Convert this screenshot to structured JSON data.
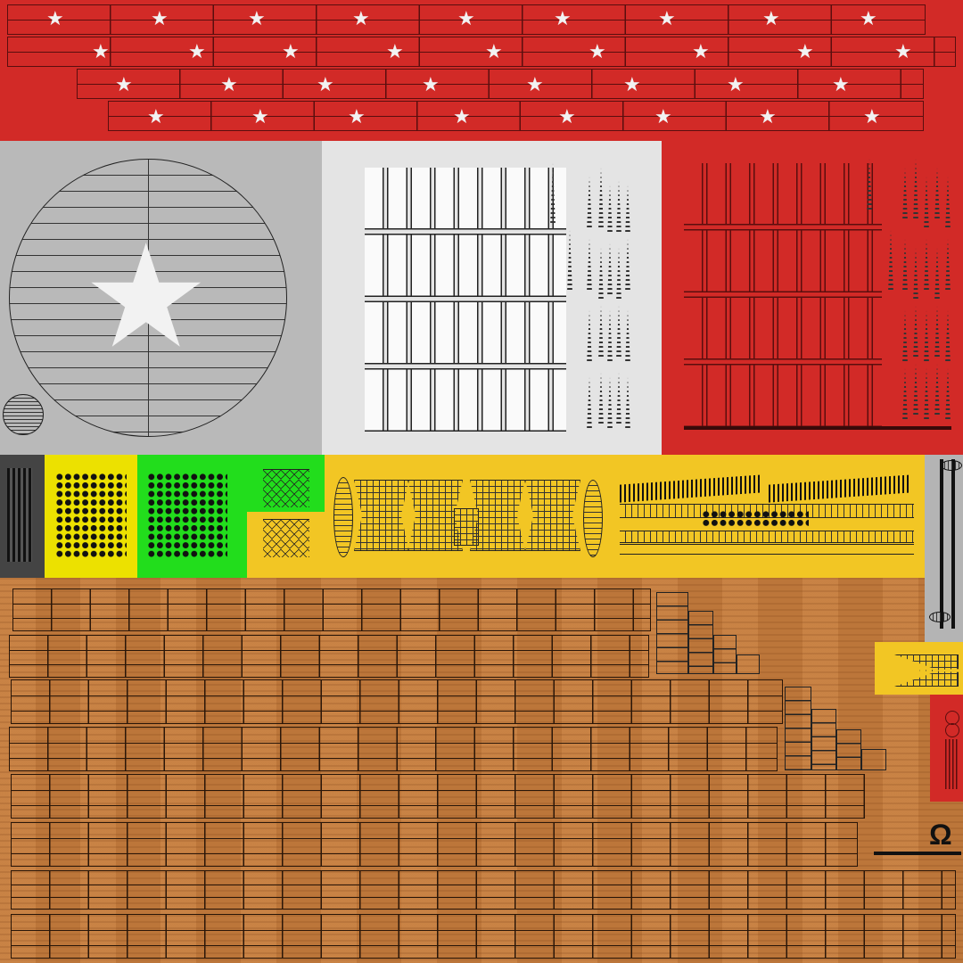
{
  "texture": {
    "type": "UV texture atlas with wireframe overlay",
    "size": "1080x1080",
    "regions": [
      {
        "name": "flag-star-strips",
        "color": "#d22a27",
        "rows": 4,
        "stars_per_row": [
          9,
          9,
          8,
          8
        ]
      },
      {
        "name": "large-star-emblem",
        "background": "#b9b9b9",
        "star_color": "#f2f2f2"
      },
      {
        "name": "white-panel-grid",
        "background": "#e4e4e4",
        "columns": 8,
        "rows": 4
      },
      {
        "name": "red-panel-grid",
        "background": "#d22a27",
        "columns": 8,
        "rows": 4
      },
      {
        "name": "dark-grey-strip",
        "color": "#444444"
      },
      {
        "name": "yellow-dot-grid",
        "color": "#ece100"
      },
      {
        "name": "green-dot-grid",
        "color": "#22dd1c"
      },
      {
        "name": "green-triangles",
        "color": "#22dd1c"
      },
      {
        "name": "gold-mesh-strip",
        "color": "#f2c624"
      },
      {
        "name": "grey-pole",
        "color": "#b4b4b4"
      },
      {
        "name": "wood-planks",
        "color": "#c47b3c",
        "plank_rows": 8
      },
      {
        "name": "yellow-zigzag-patch",
        "color": "#f2c624"
      },
      {
        "name": "red-small-patch",
        "color": "#d22a27"
      },
      {
        "name": "horseshoe-ring",
        "color": "#111111"
      }
    ]
  },
  "icons": {
    "star": "★",
    "ring": "Ω"
  }
}
